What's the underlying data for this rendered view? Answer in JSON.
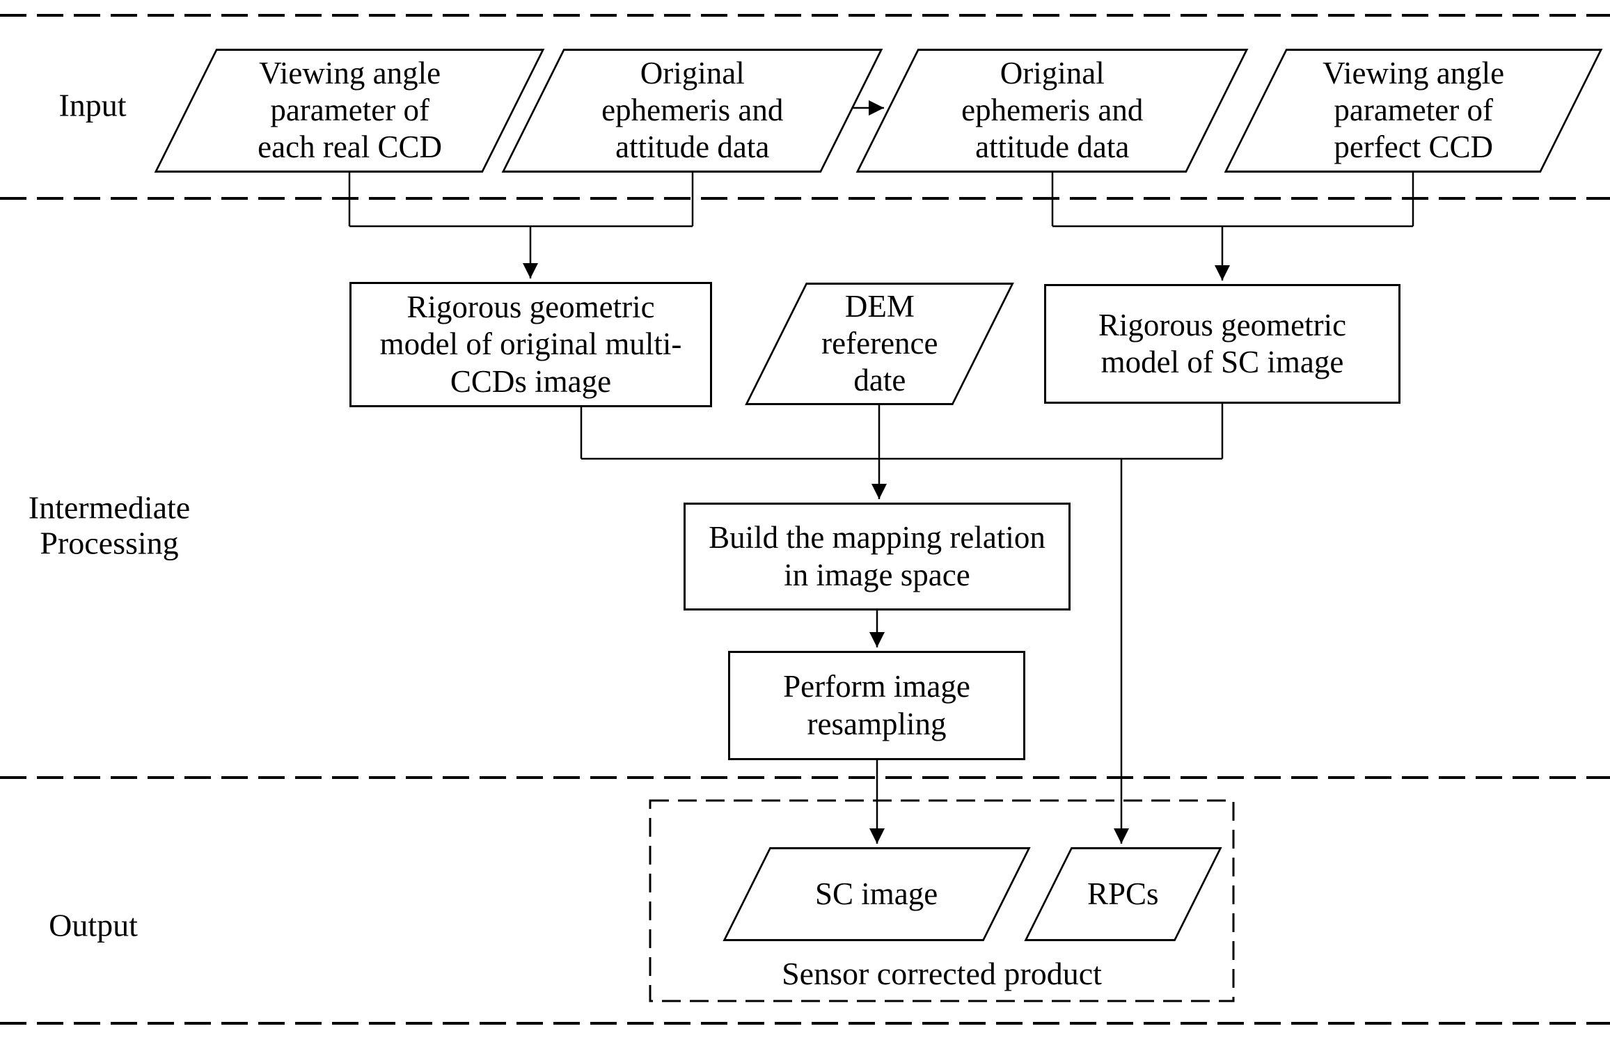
{
  "sections": {
    "input": "Input",
    "intermediate": "Intermediate\nProcessing",
    "output": "Output"
  },
  "nodes": {
    "viewing_angle_real": "Viewing angle\nparameter of\neach real CCD",
    "original_ephemeris_left": "Original\nephemeris and\nattitude data",
    "original_ephemeris_right": "Original\nephemeris and\nattitude data",
    "viewing_angle_perfect": "Viewing angle\nparameter of\nperfect CCD",
    "rigorous_model_multi_ccd": "Rigorous geometric\nmodel of original multi-\nCCDs image",
    "dem_reference": "DEM\nreference\ndate",
    "rigorous_model_sc": "Rigorous geometric\nmodel of SC image",
    "build_mapping": "Build the mapping relation\nin image space",
    "perform_resampling": "Perform image\nresampling",
    "sc_image": "SC image",
    "rpcs": "RPCs",
    "sensor_corrected_product": "Sensor corrected product"
  },
  "colors": {
    "line": "#000000",
    "background": "#ffffff",
    "text": "#000000"
  }
}
